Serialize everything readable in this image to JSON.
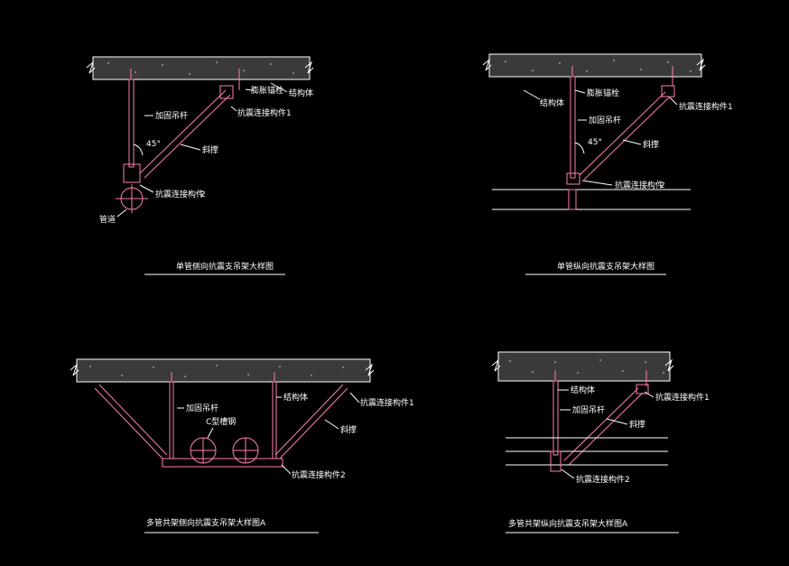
{
  "colors": {
    "background": "#000000",
    "member": "#ff80a8",
    "line": "#ffffff"
  },
  "detail1": {
    "title": "单管侧向抗震支吊架大样图",
    "labels": {
      "anchor": "膨胀锚栓",
      "structure": "结构体",
      "rod": "加固吊杆",
      "connector1": "抗震连接构件1",
      "brace": "斜撑",
      "connector2": "抗震连接构件",
      "connector2_num": "2",
      "pipe": "管道",
      "angle": "45°"
    }
  },
  "detail2": {
    "title": "单管纵向抗震支吊架大样图",
    "labels": {
      "structure": "结构体",
      "anchor": "膨胀锚栓",
      "rod": "加固吊杆",
      "connector1": "抗震连接构件1",
      "brace": "斜撑",
      "connector2": "抗震连接构件",
      "connector2_num": "2",
      "angle": "45°"
    }
  },
  "detail3": {
    "title": "多管共架侧向抗震支吊架大样图A",
    "labels": {
      "rod": "加固吊杆",
      "structure": "结构体",
      "connector1": "抗震连接构件1",
      "channel": "C型槽钢",
      "brace": "斜撑",
      "connector2": "抗震连接构件2"
    }
  },
  "detail4": {
    "title": "多管共架纵向抗震支吊架大样图A",
    "labels": {
      "structure": "结构体",
      "rod": "加固吊杆",
      "connector1": "抗震连接构件1",
      "brace": "斜撑",
      "connector2": "抗震连接构件2"
    }
  }
}
